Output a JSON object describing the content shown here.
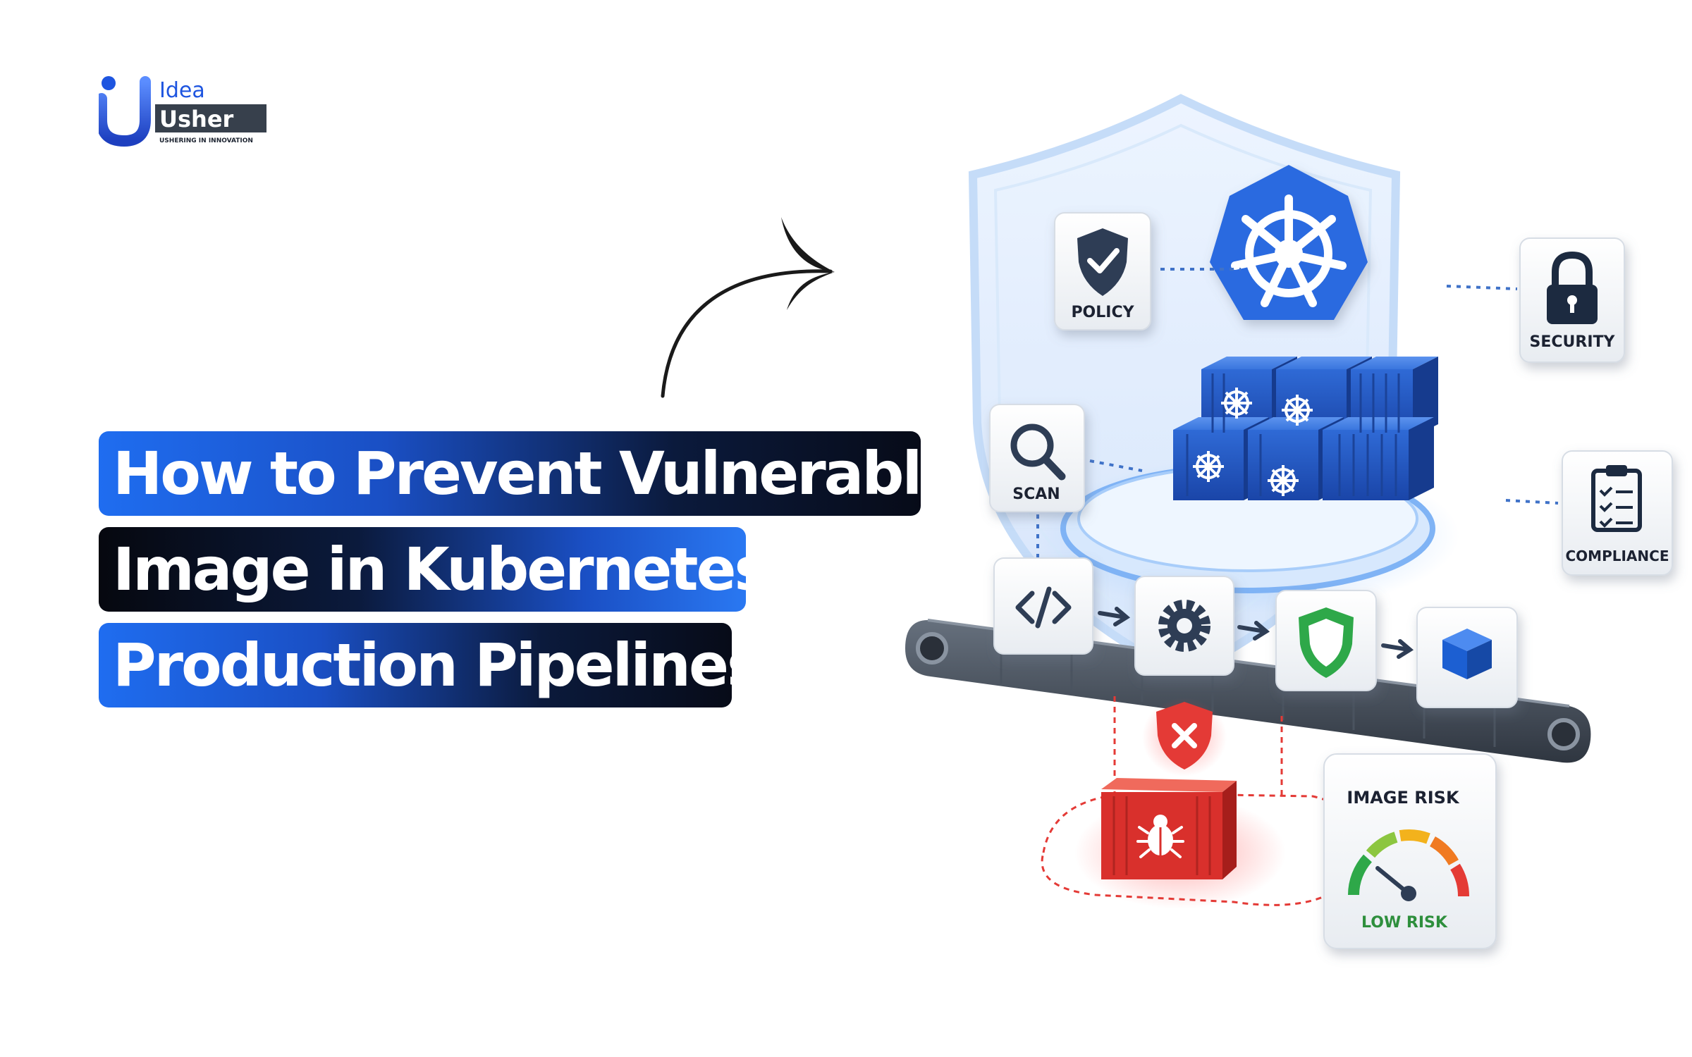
{
  "logo": {
    "name_top": "Idea",
    "name_bottom": "Usher",
    "tagline": "USHERING IN INNOVATION"
  },
  "headline": {
    "line1": "How to Prevent Vulnerable",
    "line2": "Image in Kubernetes",
    "line3": "Production Pipelines"
  },
  "illustration": {
    "labels": {
      "policy": "POLICY",
      "security": "SECURITY",
      "scan": "SCAN",
      "compliance": "COMPLIANCE",
      "image_risk": "IMAGE RISK",
      "low_risk": "LOW RISK"
    },
    "pipeline_icons": [
      "code-icon",
      "gear-icon",
      "shield-icon",
      "cube-icon"
    ],
    "colors": {
      "kubernetes_blue": "#2563d8",
      "danger_red": "#e43a36",
      "safe_green": "#2ea84a"
    }
  }
}
